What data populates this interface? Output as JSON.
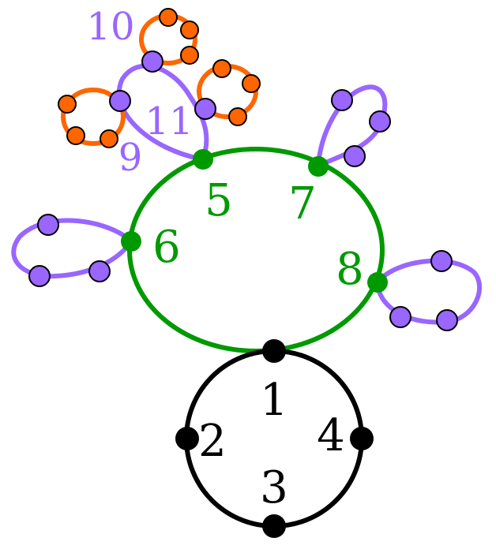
{
  "colors": {
    "black": "#000000",
    "green": "#009900",
    "purple": "#9966ff",
    "orange": "#ff6600"
  },
  "labels": {
    "n1": "1",
    "n2": "2",
    "n3": "3",
    "n4": "4",
    "n5": "5",
    "n6": "6",
    "n7": "7",
    "n8": "8",
    "n9": "9",
    "n10": "10",
    "n11": "11"
  }
}
